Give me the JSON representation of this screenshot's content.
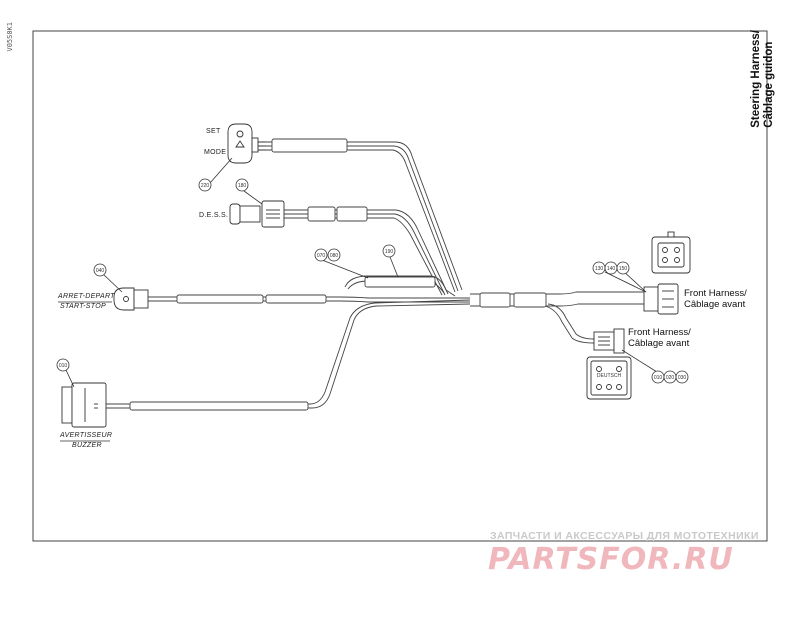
{
  "diagram": {
    "title_line1": "Steering Harness/",
    "title_line2": "Câblage guidon",
    "side_code": "V05S0K1",
    "labels": {
      "set": "SET",
      "mode": "MODE",
      "dess": "D.E.S.S.",
      "arret_depart": "ARRET-DEPART",
      "start_stop": "START-STOP",
      "avertisseur": "AVERTISSEUR",
      "buzzer": "BUZZER",
      "front_harness_1a": "Front Harness/",
      "front_harness_1b": "Câblage avant",
      "front_harness_2a": "Front Harness/",
      "front_harness_2b": "Câblage avant",
      "deutsch": "DEUTSCH"
    },
    "callouts": {
      "c_set": "220",
      "c_dess": "180",
      "c_start": "040",
      "c_buzzer": "010",
      "c_mid1": "070",
      "c_mid2": "080",
      "c_mid3": "190",
      "c_front1": "130",
      "c_front2": "140",
      "c_front3": "150",
      "c_front4": "010",
      "c_front5": "020",
      "c_front6": "030"
    }
  },
  "watermark": {
    "line1": "ЗАПЧАСТИ И АКСЕССУАРЫ ДЛЯ МОТОТЕХНИКИ",
    "logo": "PARTSFOR.RU"
  }
}
